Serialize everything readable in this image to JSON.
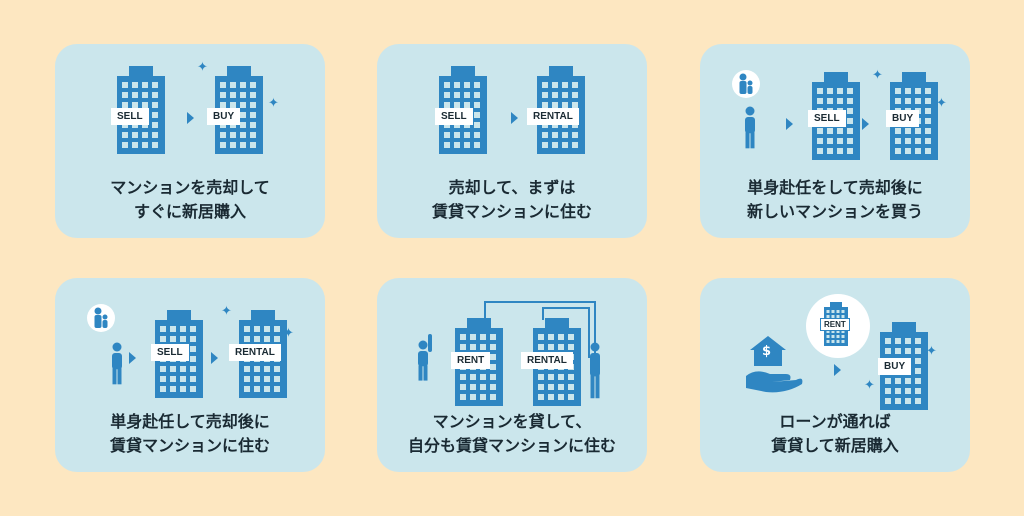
{
  "cards": [
    {
      "caption": "マンションを売却して\nすぐに新居購入",
      "tags": [
        "SELL",
        "BUY"
      ]
    },
    {
      "caption": "売却して、まずは\n賃貸マンションに住む",
      "tags": [
        "SELL",
        "RENTAL"
      ]
    },
    {
      "caption": "単身赴任をして売却後に\n新しいマンションを買う",
      "tags": [
        "SELL",
        "BUY"
      ]
    },
    {
      "caption": "単身赴任して売却後に\n賃貸マンションに住む",
      "tags": [
        "SELL",
        "RENTAL"
      ]
    },
    {
      "caption": "マンションを貸して、\n自分も賃貸マンションに住む",
      "tags": [
        "RENT",
        "RENTAL"
      ]
    },
    {
      "caption": "ローンが通れば\n賃貸して新居購入",
      "tags": [
        "RENT",
        "BUY"
      ]
    }
  ],
  "icons": {
    "money": "$"
  },
  "colors": {
    "background": "#fde7c1",
    "card": "#cbe6ec",
    "accent": "#2f86c2",
    "text": "#1a2a33"
  }
}
